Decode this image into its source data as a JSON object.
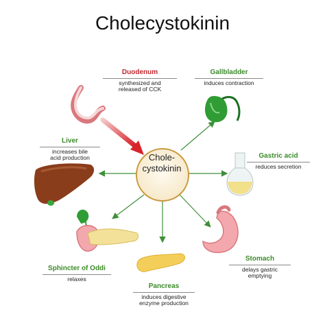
{
  "title": "Cholecystokinin",
  "center": {
    "line1": "Chole-",
    "line2": "cystokinin"
  },
  "organs": {
    "duodenum": {
      "name": "Duodenum",
      "line1": "synthesized and",
      "line2": "released of CCK"
    },
    "gallbladder": {
      "name": "Gallbladder",
      "line1": "induces contraction",
      "line2": ""
    },
    "liver": {
      "name": "Liver",
      "line1": "increases bile",
      "line2": "acid production"
    },
    "gastric": {
      "name": "Gastric acid",
      "line1": "reduces secretion",
      "line2": ""
    },
    "stomach": {
      "name": "Stomach",
      "line1": "delays gastric",
      "line2": "emptying"
    },
    "pancreas": {
      "name": "Pancreas",
      "line1": "induces digestive",
      "line2": "enzyme production"
    },
    "oddi": {
      "name": "Sphincter of Oddi",
      "line1": "relaxes",
      "line2": ""
    }
  },
  "colors": {
    "label_green": "#3b8b2a",
    "label_red": "#c0262f",
    "arrow": "#3f8f3a",
    "center_fill": "#fbf3e2",
    "center_stroke": "#c89a3e"
  }
}
